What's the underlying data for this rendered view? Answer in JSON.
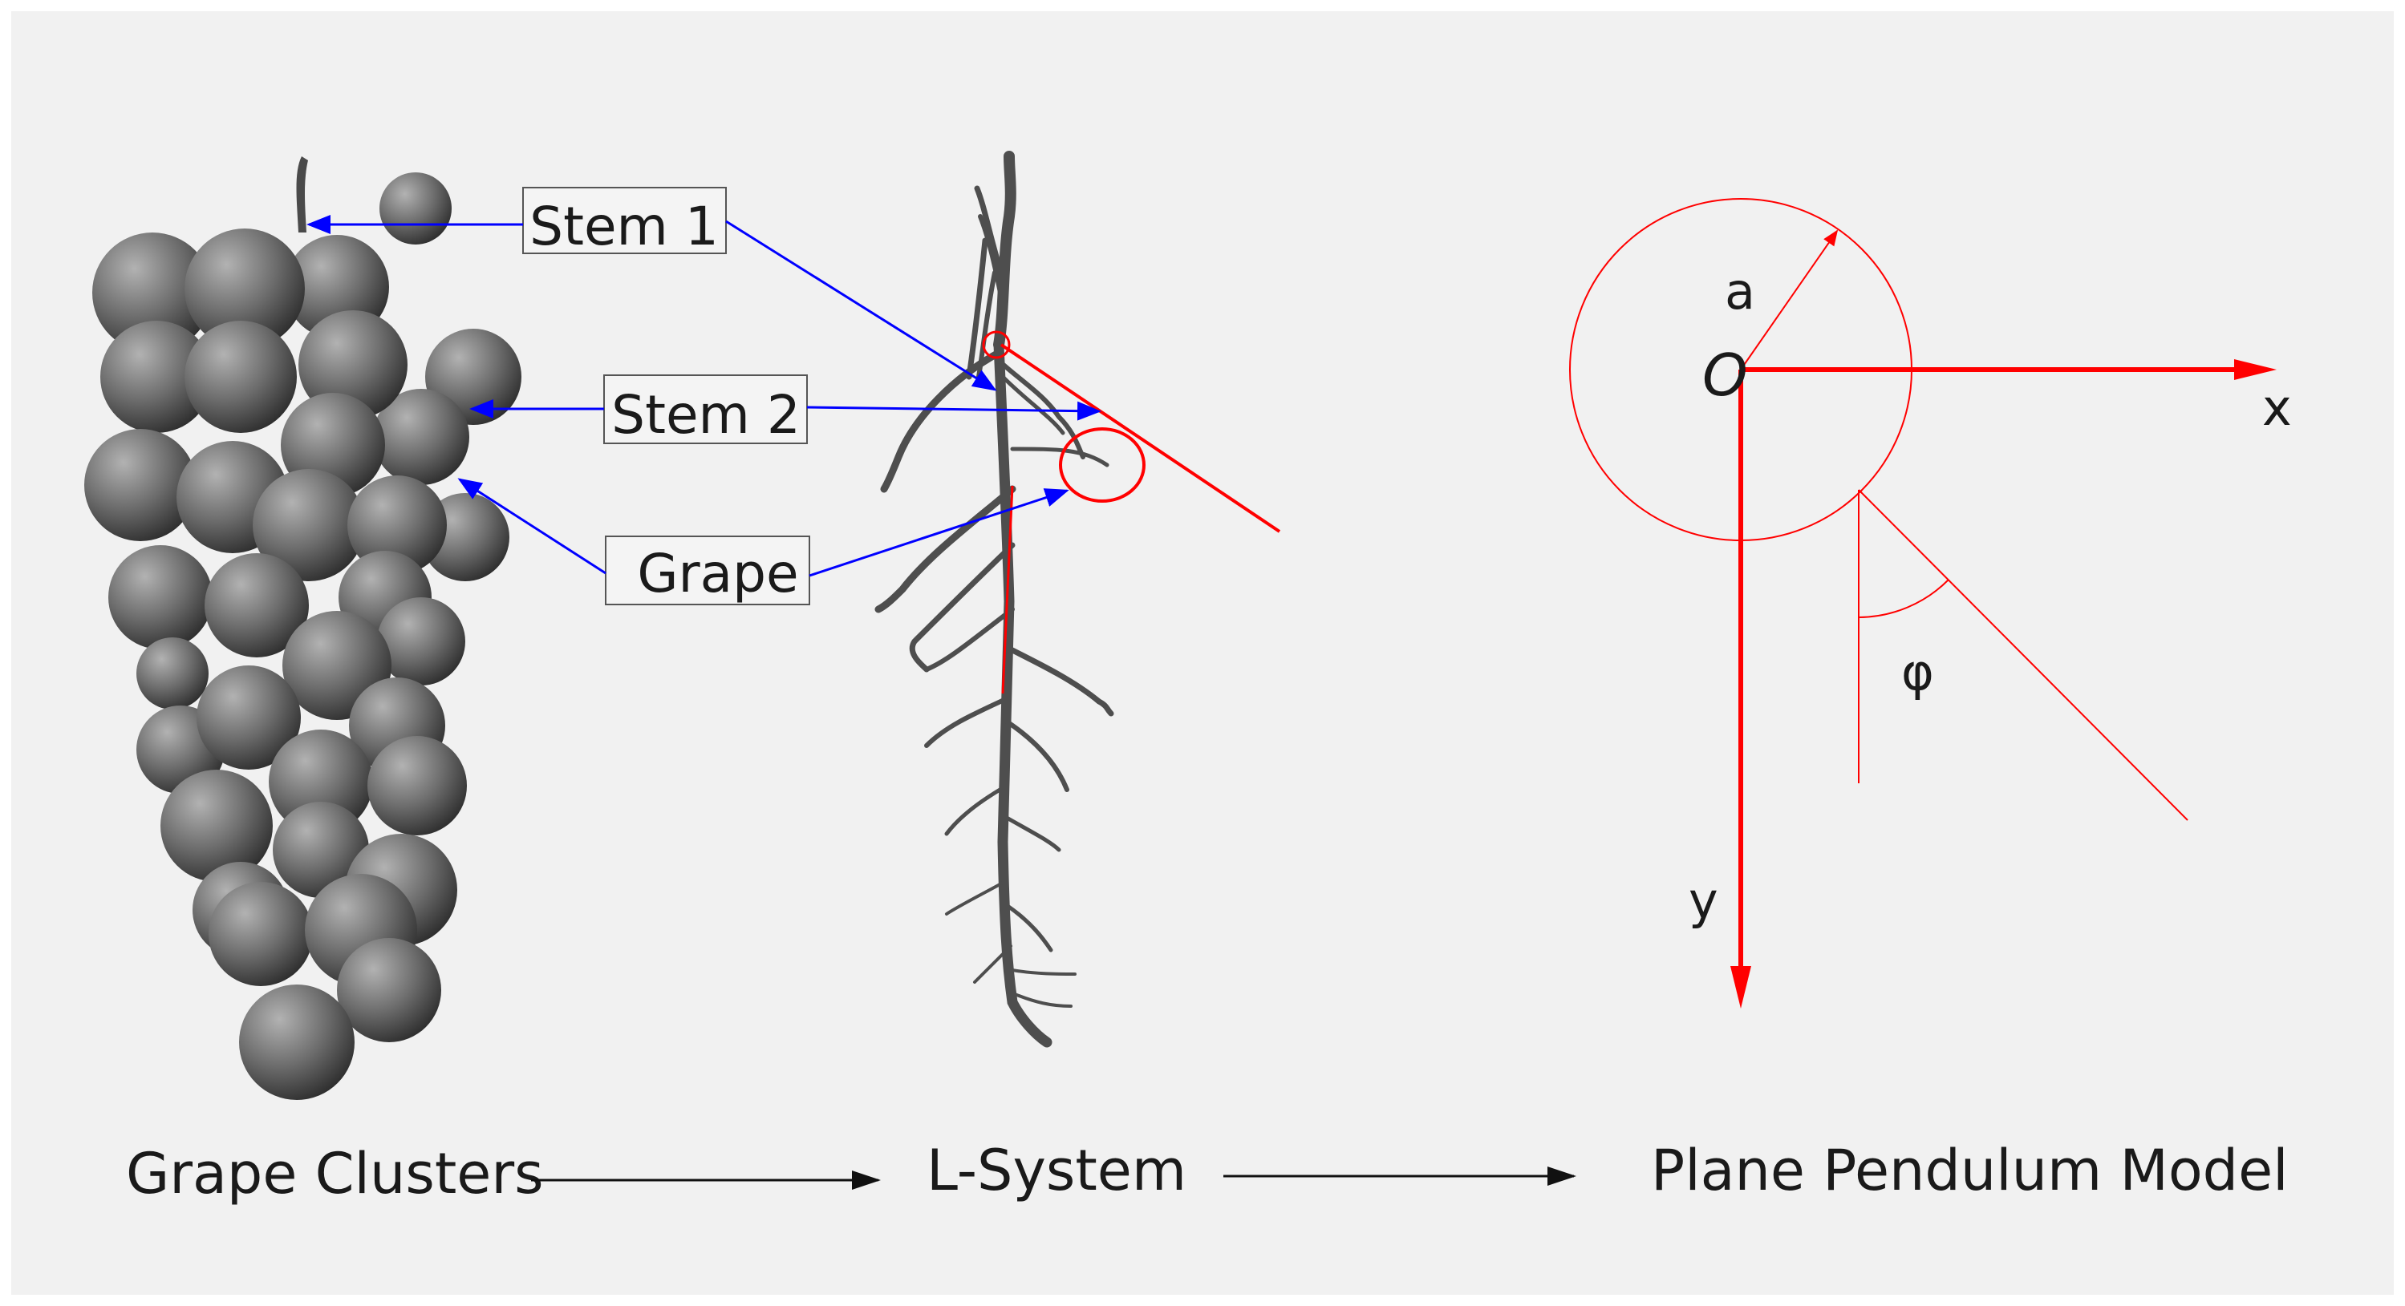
{
  "labels": {
    "stem1": "Stem 1",
    "stem2": "Stem 2",
    "grape": "Grape"
  },
  "captions": {
    "clusters": "Grape Clusters",
    "lsystem": "L-System",
    "pendulum": "Plane Pendulum Model"
  },
  "pendulum": {
    "origin": "O",
    "radius": "a",
    "x_axis": "x",
    "y_axis": "y",
    "angle": "φ"
  },
  "colors": {
    "background": "#f1f1f1",
    "callout_arrow": "#0000ff",
    "model_red": "#ff0000",
    "grape": "#6a6a6a",
    "stem": "#555555"
  }
}
